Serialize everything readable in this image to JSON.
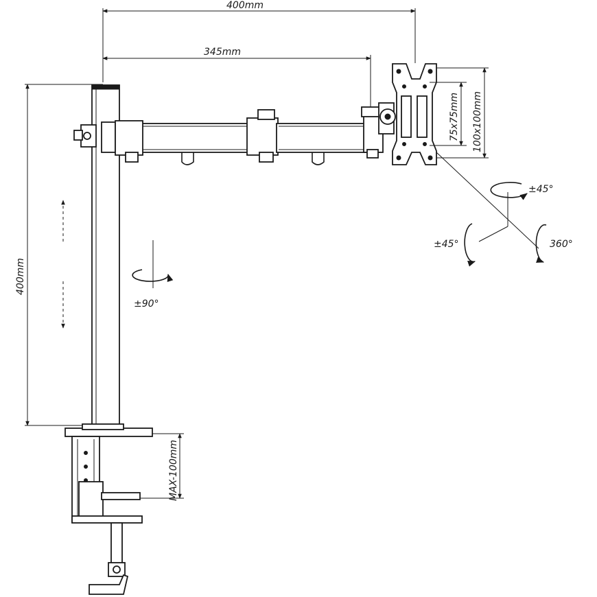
{
  "dimensions": {
    "total_reach": "400mm",
    "arm_reach": "345mm",
    "pole_height": "400mm",
    "vesa_small": "75x75mm",
    "vesa_large": "100x100mm",
    "clamp_max": "MAX-100mm"
  },
  "rotations": {
    "pole_swivel": "±90°",
    "head_tilt_top": "±45°",
    "head_swivel_left": "±45°",
    "head_rotate": "360°"
  }
}
